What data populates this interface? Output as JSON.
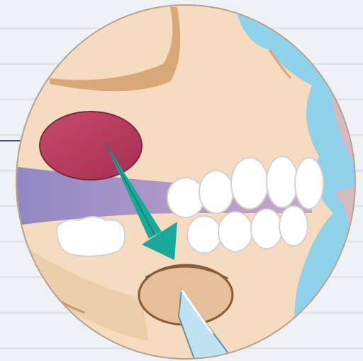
{
  "diagram": {
    "colors": {
      "background": "#eef2f6",
      "skin": "#f5dcc0",
      "skin_shadow": "#d9a878",
      "lip_blue": "#8fd2ea",
      "cheek_pink": "#e6b4b4",
      "sinus_red": "#b83b5c",
      "band_purple": "#a28fc4",
      "tooth_white": "#ffffff",
      "arrow_teal": "#1aa89a",
      "needle_blue": "#bfe3f3",
      "outline_brown": "#8a5a35"
    },
    "elements": [
      {
        "name": "sinus-region"
      },
      {
        "name": "upper-teeth"
      },
      {
        "name": "lower-teeth"
      },
      {
        "name": "nerve-band"
      },
      {
        "name": "pointer-arrow"
      },
      {
        "name": "injection-site"
      },
      {
        "name": "needle"
      }
    ]
  }
}
